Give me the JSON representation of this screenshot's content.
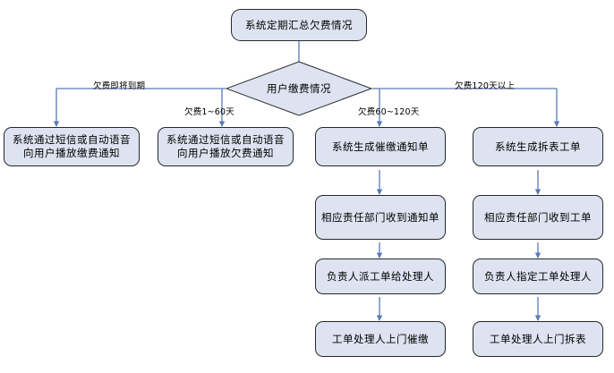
{
  "diagram": {
    "title_node": {
      "label": "系统定期汇总欠费情况"
    },
    "decision": {
      "label": "用户缴费情况"
    },
    "edge_labels": {
      "branch1": "欠费即将到期",
      "branch2": "欠费1~60天",
      "branch3": "欠费60~120天",
      "branch4": "欠费120天以上"
    },
    "columns": [
      {
        "name": "branch-due-soon",
        "steps": [
          {
            "label": "系统通过短信或自动语音向用户播放缴费通知"
          }
        ]
      },
      {
        "name": "branch-1-60",
        "steps": [
          {
            "label": "系统通过短信或自动语音向用户播放欠费通知"
          }
        ]
      },
      {
        "name": "branch-60-120",
        "steps": [
          {
            "label": "系统生成催缴通知单"
          },
          {
            "label": "相应责任部门收到通知单"
          },
          {
            "label": "负责人派工单给处理人"
          },
          {
            "label": "工单处理人上门催缴"
          }
        ]
      },
      {
        "name": "branch-over-120",
        "steps": [
          {
            "label": "系统生成拆表工单"
          },
          {
            "label": "相应责任部门收到工单"
          },
          {
            "label": "负责人指定工单处理人"
          },
          {
            "label": "工单处理人上门拆表"
          }
        ]
      }
    ],
    "colors": {
      "node_fill": "#dde3f0",
      "node_stroke": "#26282b",
      "connector": "#5b7ab5",
      "background": "#ffffff"
    }
  }
}
